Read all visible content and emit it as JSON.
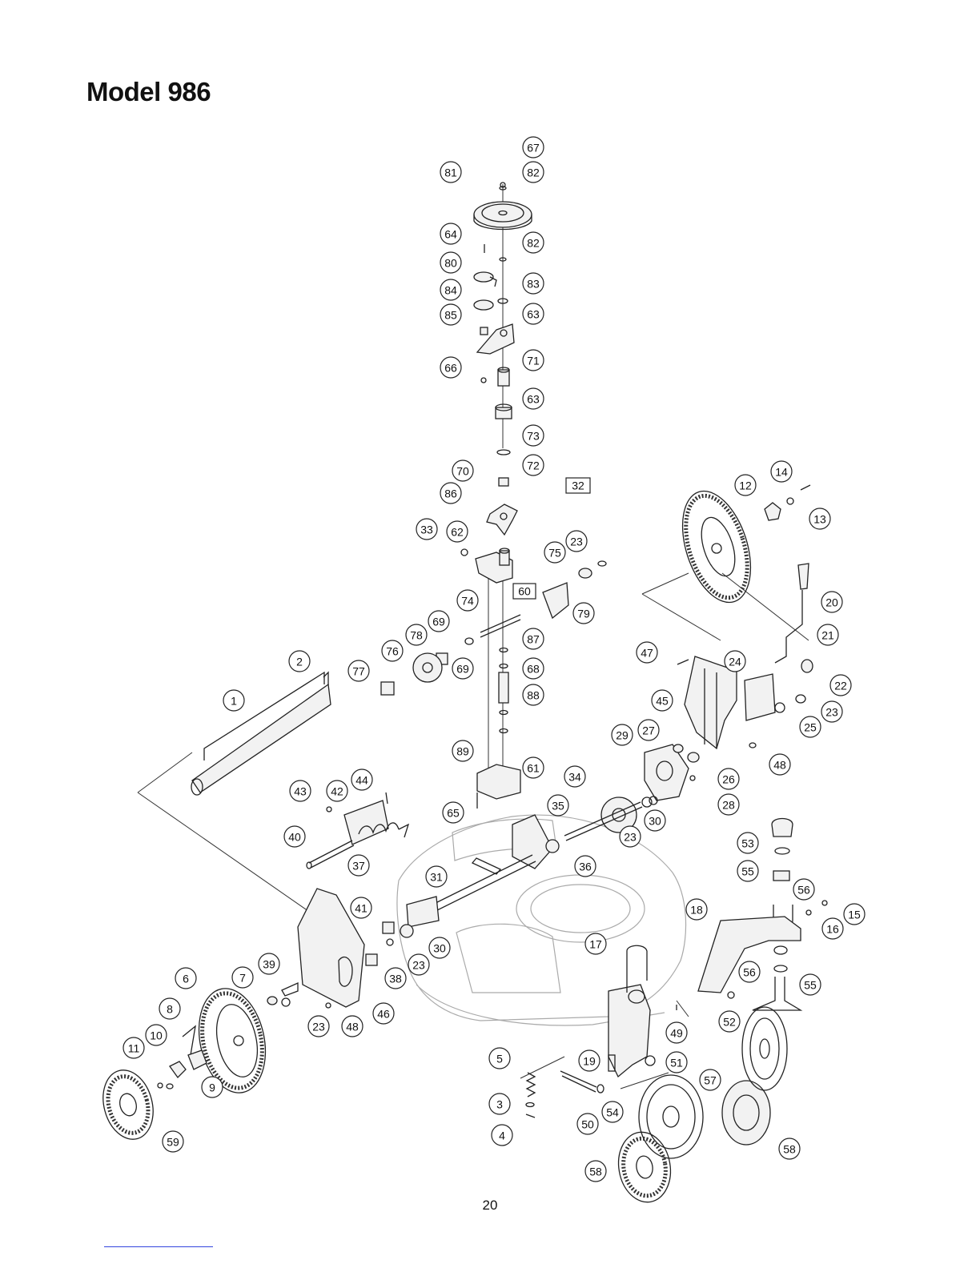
{
  "header": {
    "title": "Model 986"
  },
  "footer": {
    "page_number": "20"
  },
  "box_labels": [
    "32",
    "60"
  ],
  "callouts": [
    "67",
    "81",
    "82",
    "64",
    "82",
    "80",
    "83",
    "84",
    "85",
    "63",
    "66",
    "71",
    "63",
    "73",
    "72",
    "70",
    "86",
    "33",
    "62",
    "75",
    "23",
    "74",
    "69",
    "78",
    "76",
    "77",
    "87",
    "69",
    "68",
    "88",
    "89",
    "61",
    "65",
    "79",
    "14",
    "12",
    "13",
    "20",
    "21",
    "47",
    "24",
    "22",
    "23",
    "45",
    "25",
    "29",
    "27",
    "48",
    "26",
    "28",
    "34",
    "35",
    "23",
    "30",
    "36",
    "53",
    "55",
    "56",
    "15",
    "16",
    "18",
    "17",
    "56",
    "55",
    "2",
    "1",
    "43",
    "42",
    "44",
    "40",
    "37",
    "31",
    "41",
    "30",
    "23",
    "38",
    "39",
    "7",
    "6",
    "23",
    "48",
    "46",
    "49",
    "52",
    "8",
    "10",
    "11",
    "9",
    "59",
    "5",
    "19",
    "51",
    "57",
    "3",
    "54",
    "4",
    "50",
    "58",
    "58"
  ]
}
